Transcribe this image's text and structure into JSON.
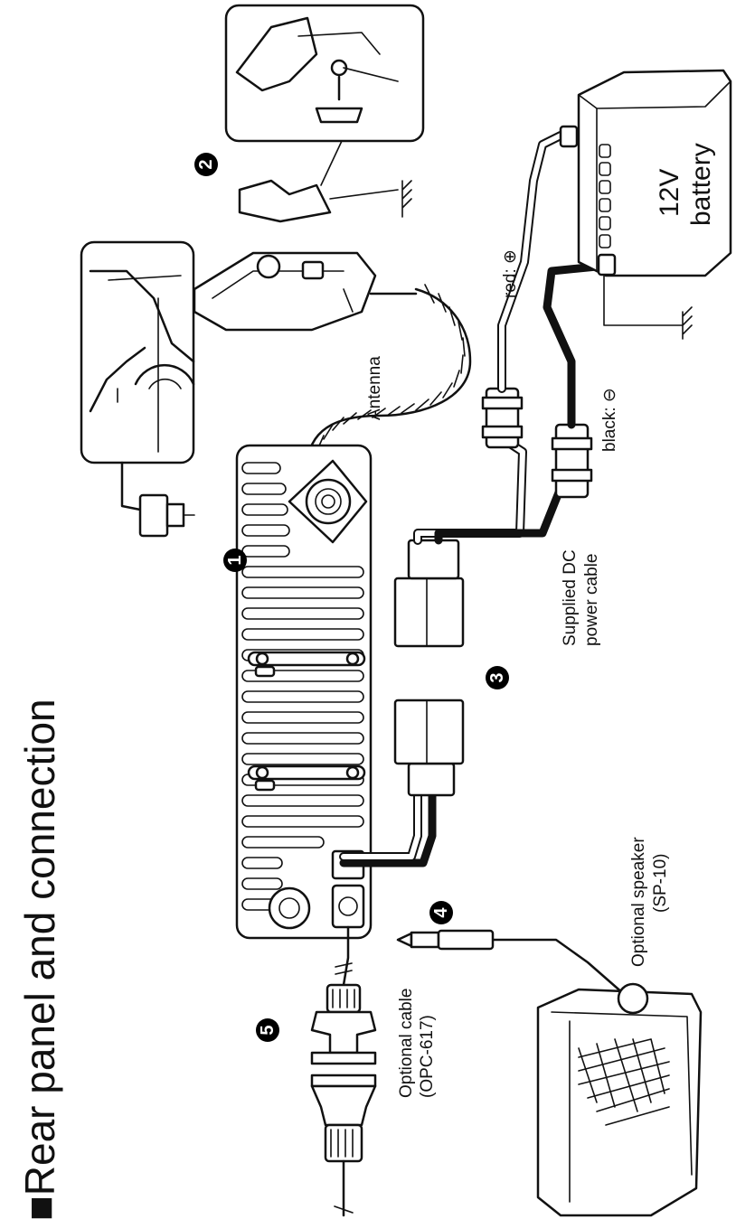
{
  "title": "■Rear panel and connection",
  "labels": {
    "antenna": "Antenna",
    "red": "red: ⊕",
    "black": "black: ⊖",
    "battery_line1": "12V",
    "battery_line2": "battery",
    "dc_cable_line1": "Supplied DC",
    "dc_cable_line2": "power cable",
    "speaker_line1": "Optional speaker",
    "speaker_line2": "(SP-10)",
    "cable_line1": "Optional cable",
    "cable_line2": "(OPC-617)"
  },
  "callouts": [
    "1",
    "2",
    "3",
    "4",
    "5"
  ],
  "colors": {
    "ink": "#111111",
    "paper": "#ffffff"
  }
}
